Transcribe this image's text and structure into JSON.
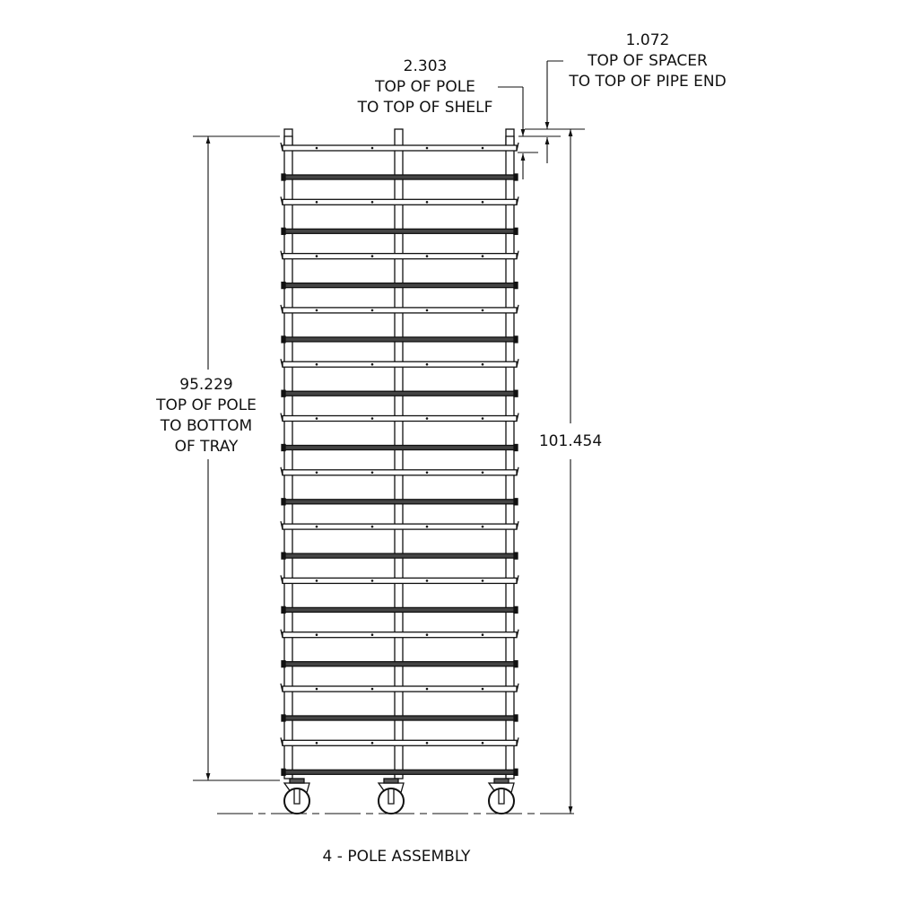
{
  "dimensions": {
    "spacer": {
      "value": "1.072",
      "line1": "TOP OF SPACER",
      "line2": "TO TOP OF PIPE END"
    },
    "shelf": {
      "value": "2.303",
      "line1": "TOP OF POLE",
      "line2": "TO TOP OF SHELF"
    },
    "tray": {
      "value": "95.229",
      "line1": "TOP OF POLE",
      "line2": "TO BOTTOM",
      "line3": "OF TRAY"
    },
    "overall": {
      "value": "101.454"
    }
  },
  "caption": "4 - POLE ASSEMBLY",
  "assembly": {
    "shelf_count": 12,
    "pole_count_visible": 3,
    "caster_count_visible": 3
  }
}
